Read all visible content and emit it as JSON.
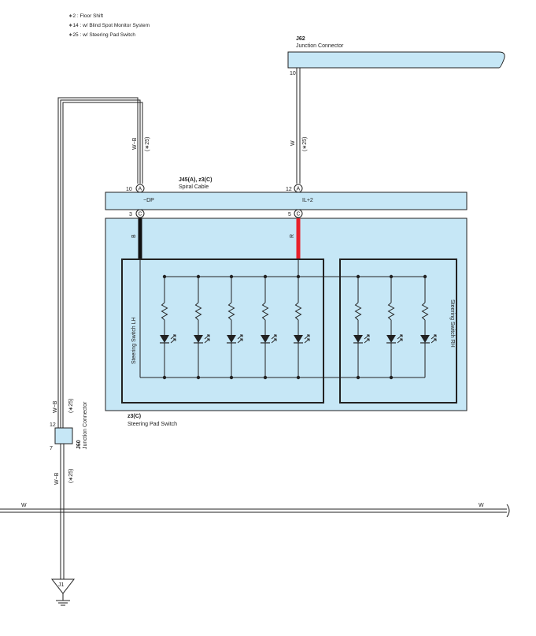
{
  "notes": [
    "∗2 : Floor Shift",
    "∗14 : w/ Blind Spot Monitor System",
    "∗25 : w/ Steering Pad Switch"
  ],
  "j62": {
    "code": "J62",
    "name": "Junction Connector",
    "pin": "10",
    "wire": "W",
    "note": "(∗25)"
  },
  "spiral": {
    "code": "J45(A), z3(C)",
    "name": "Spiral Cable",
    "left_top_pin": "10",
    "left_top_letter": "A",
    "right_top_pin": "12",
    "right_top_letter": "A",
    "left_bottom_pin": "3",
    "left_bottom_letter": "C",
    "right_bottom_pin": "5",
    "right_bottom_letter": "C",
    "left_signal": "−DP",
    "right_signal": "IL+2",
    "left_wire": "W−B",
    "left_note": "(∗25)"
  },
  "wires": {
    "left_color": "B",
    "right_color": "R",
    "black_hex": "#111111",
    "red_hex": "#e8202a"
  },
  "switch_lh": {
    "label": "Steering Switch LH"
  },
  "switch_rh": {
    "label": "Steering Switch RH"
  },
  "pad": {
    "code": "z3(C)",
    "name": "Steering Pad Switch"
  },
  "j60": {
    "code": "J60",
    "name": "Junction Connector",
    "top_pin": "12",
    "bottom_pin": "7",
    "top_wire": "W−B",
    "top_note": "(∗25)",
    "bottom_wire": "W−B",
    "bottom_note": "(∗25)"
  },
  "bus": {
    "left_label": "W",
    "right_label": "W"
  },
  "ground": {
    "label": "J1"
  },
  "colors": {
    "fill_blue": "#c6e7f6",
    "line": "#222222"
  }
}
